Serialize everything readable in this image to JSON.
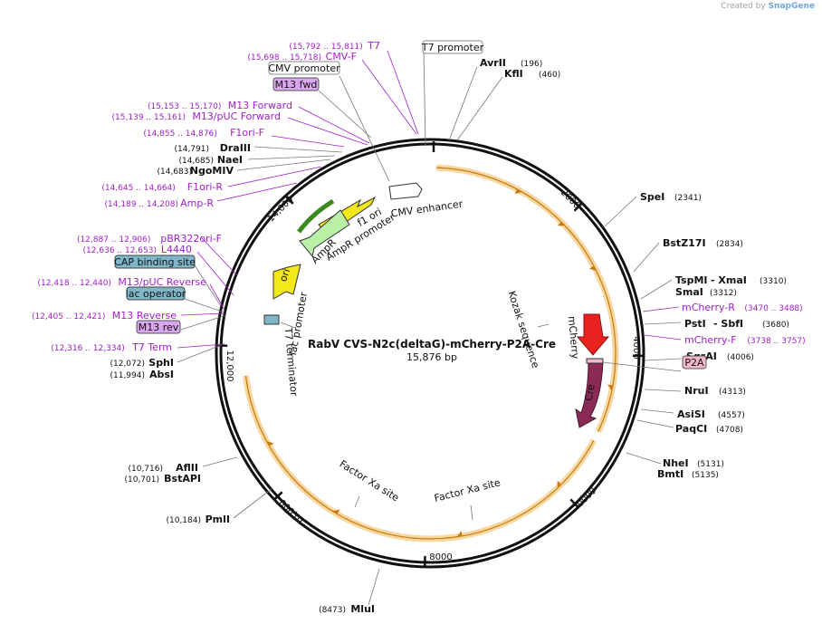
{
  "credit": {
    "prefix": "Created by",
    "brand": "SnapGene"
  },
  "plasmid": {
    "name": "RabV CVS-N2c(deltaG)-mCherry-P2A-Cre",
    "length_label": "15,876 bp"
  },
  "ticks": [
    "2000",
    "4000",
    "6000",
    "8000",
    "10,000",
    "12,000",
    "14,000"
  ],
  "inner_labels": [
    "Kozak sequence",
    "mCherry",
    "Cre",
    "Factor Xa site",
    "Factor Xa site",
    "T7 terminator",
    "lac promoter",
    "ori",
    "AmpR",
    "AmpR promoter",
    "f1 ori",
    "CMV enhancer"
  ],
  "right_labels": [
    {
      "name": "SpeI",
      "pos": "(2341)"
    },
    {
      "name": "BstZ17I",
      "pos": "(2834)"
    },
    {
      "name": "TspMI",
      "name2": "- XmaI",
      "pos": "(3310)"
    },
    {
      "name": "SmaI",
      "pos": "(3312)"
    },
    {
      "name": "mCherry-R",
      "pos": "(3470 .. 3488)",
      "primer": true
    },
    {
      "name": "PstI",
      "name2": "- SbfI",
      "pos": "(3680)"
    },
    {
      "name": "mCherry-F",
      "pos": "(3738 .. 3757)",
      "primer": true
    },
    {
      "name": "SgrAI",
      "pos": "(4006)"
    },
    {
      "name": "P2A",
      "boxed": true
    },
    {
      "name": "NruI",
      "pos": "(4313)"
    },
    {
      "name": "AsiSI",
      "pos": "(4557)"
    },
    {
      "name": "PaqCI",
      "pos": "(4708)"
    },
    {
      "name": "NheI",
      "pos": "(5131)"
    },
    {
      "name": "BmtI",
      "pos": "(5135)"
    }
  ],
  "top_labels": [
    {
      "name": "T7 promoter",
      "boxed": true
    },
    {
      "name": "AvrII",
      "pos": "(196)"
    },
    {
      "name": "KflI",
      "pos": "(460)"
    }
  ],
  "left_labels": [
    {
      "name": "T7",
      "pos": "(15,792 .. 15,811)",
      "primer": true
    },
    {
      "name": "CMV-F",
      "pos": "(15,698 .. 15,718)",
      "primer": true
    },
    {
      "name": "CMV promoter",
      "boxed": true
    },
    {
      "name": "M13 fwd",
      "boxed": true,
      "feature": true
    },
    {
      "name": "M13 Forward",
      "pos": "(15,153 .. 15,170)",
      "primer": true
    },
    {
      "name": "M13/pUC Forward",
      "pos": "(15,139 .. 15,161)",
      "primer": true
    },
    {
      "name": "F1ori-F",
      "pos": "(14,855 .. 14,876)",
      "primer": true
    },
    {
      "name": "DraIII",
      "pos": "(14,791)"
    },
    {
      "name": "NaeI",
      "pos": "(14,685)"
    },
    {
      "name": "NgoMIV",
      "pos": "(14,683)"
    },
    {
      "name": "F1ori-R",
      "pos": "(14,645 .. 14,664)",
      "primer": true
    },
    {
      "name": "Amp-R",
      "pos": "(14,189 .. 14,208)",
      "primer": true
    },
    {
      "name": "pBR322ori-F",
      "pos": "(12,887 .. 12,906)",
      "primer": true
    },
    {
      "name": "L4440",
      "pos": "(12,636 .. 12,653)",
      "primer": true
    },
    {
      "name": "CAP binding site",
      "boxed": true,
      "feature": true
    },
    {
      "name": "M13/pUC Reverse",
      "pos": "(12,418 .. 12,440)",
      "primer": true
    },
    {
      "name": "lac operator",
      "boxed": true,
      "feature": true
    },
    {
      "name": "M13 Reverse",
      "pos": "(12,405 .. 12,421)",
      "primer": true
    },
    {
      "name": "M13 rev",
      "boxed": true,
      "feature": true
    },
    {
      "name": "T7 Term",
      "pos": "(12,316 .. 12,334)",
      "primer": true
    },
    {
      "name": "SphI",
      "pos": "(12,072)"
    },
    {
      "name": "AbsI",
      "pos": "(11,994)"
    }
  ],
  "bottom_labels": [
    {
      "name": "AflII",
      "pos": "(10,716)"
    },
    {
      "name": "BstAPI",
      "pos": "(10,701)"
    },
    {
      "name": "PmlI",
      "pos": "(10,184)"
    },
    {
      "name": "MluI",
      "pos": "(8473)"
    }
  ],
  "colors": {
    "primer": "#a020c8",
    "orf": "#e8a33a",
    "mcherry": "#e8231f",
    "cre": "#8a2a55",
    "ori": "#f3e81a",
    "ampr": "#b9f2a6",
    "f1": "#f3e81a",
    "cap": "#7fb6c9",
    "m13": "#d9a6ef",
    "p2a": "#f0b8c8"
  }
}
